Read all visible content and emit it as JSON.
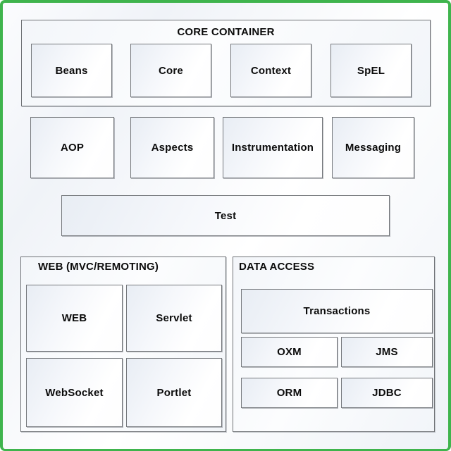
{
  "core": {
    "title": "CORE CONTAINER",
    "modules": [
      "Beans",
      "Core",
      "Context",
      "SpEL"
    ]
  },
  "middleware": {
    "modules": [
      "AOP",
      "Aspects",
      "Instrumentation",
      "Messaging"
    ]
  },
  "test": {
    "label": "Test"
  },
  "web": {
    "title": "WEB (MVC/REMOTING)",
    "modules": [
      "WEB",
      "Servlet",
      "WebSocket",
      "Portlet"
    ]
  },
  "data_access": {
    "title": "DATA ACCESS",
    "modules": [
      "Transactions",
      "OXM",
      "JMS",
      "ORM",
      "JDBC"
    ]
  },
  "colors": {
    "frame_green": "#3FB44D",
    "box_border": "#75787C",
    "box_fill_top": "#E8EDF4",
    "text": "#0B0B0B"
  }
}
